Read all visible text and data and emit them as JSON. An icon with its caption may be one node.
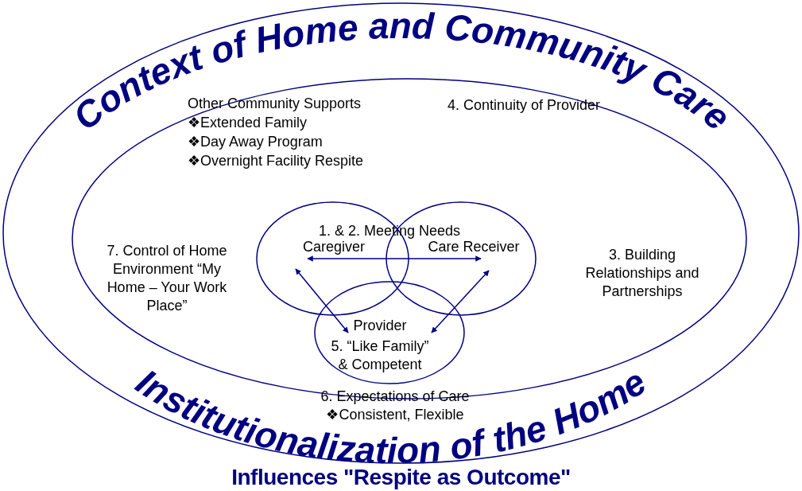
{
  "diagram": {
    "caption": "Influences \"Respite as Outcome\"",
    "nodes": [
      {
        "text": [
          "Context of Home and Community Care",
          "Institutionalization of the Home"
        ]
      },
      {
        "text": [],
        "shape": "circle",
        "in": 0
      },
      {
        "text": [
          "Caregiver"
        ],
        "in": 1
      },
      {
        "text": [
          "Care Receiver"
        ],
        "in": 1
      },
      {
        "text": [
          "Provider",
          "5. “Like Family” & Competent"
        ],
        "in": 1
      }
    ],
    "edges": [
      {
        "from": 2,
        "to": 3,
        "arrow": "both"
      },
      {
        "from": 2,
        "to": 4,
        "arrow": "both"
      },
      {
        "from": 3,
        "to": 4,
        "arrow": "both"
      }
    ],
    "labels": [
      "1. & 2. Meeting Needs",
      "Other Community Supports",
      "❖Extended Family",
      "❖Day Away Program",
      "❖Overnight Facility Respite",
      "4. Continuity of Provider",
      "7. Control of Home Environment “My Home – Your Work Place”",
      "3. Building Relationships and Partnerships",
      "6. Expectations of Care",
      "❖Consistent, Flexible"
    ]
  }
}
